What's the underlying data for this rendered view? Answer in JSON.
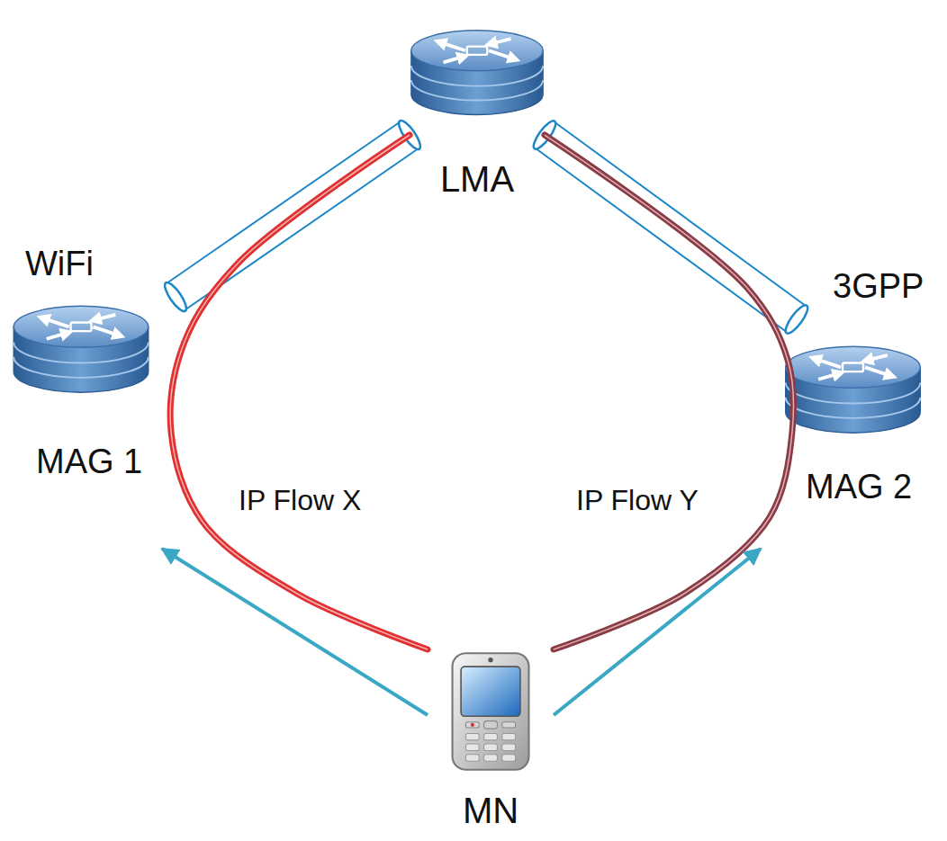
{
  "diagram": {
    "nodes": [
      {
        "text": [
          "LMA"
        ]
      },
      {
        "text": [
          "WiFi",
          "MAG 1"
        ]
      },
      {
        "text": [
          "3GPP",
          "MAG 2"
        ]
      },
      {
        "text": [
          "MN"
        ]
      }
    ],
    "edges": [
      {
        "from": 1,
        "to": 0,
        "arrow": "none"
      },
      {
        "from": 2,
        "to": 0,
        "arrow": "none"
      },
      {
        "from": 3,
        "to": 0,
        "label": "IP Flow X",
        "arrow": "none"
      },
      {
        "from": 3,
        "to": 0,
        "label": "IP Flow Y",
        "arrow": "none"
      },
      {
        "from": 3,
        "to": 1,
        "arrow": "to"
      },
      {
        "from": 3,
        "to": 2,
        "arrow": "to"
      }
    ]
  }
}
